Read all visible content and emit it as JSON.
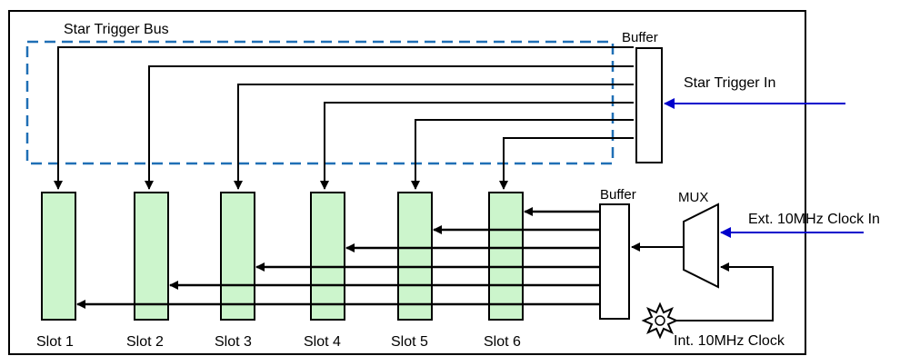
{
  "labels": {
    "star_trigger_bus": "Star Trigger Bus",
    "buffer_top": "Buffer",
    "buffer_bottom": "Buffer",
    "star_trigger_in": "Star Trigger In",
    "mux": "MUX",
    "ext_clock_in": "Ext. 10MHz Clock In",
    "int_clock": "Int. 10MHz Clock"
  },
  "slots": [
    "Slot 1",
    "Slot 2",
    "Slot 3",
    "Slot 4",
    "Slot 5",
    "Slot 6"
  ],
  "colors": {
    "slot_fill": "#ccf5cc",
    "bus_dash": "#1f6fb5",
    "input_arrow": "#0000cc",
    "line": "#000000",
    "panel_fill": "#ffffff"
  },
  "icons": {
    "oscillator": "starburst-icon"
  }
}
